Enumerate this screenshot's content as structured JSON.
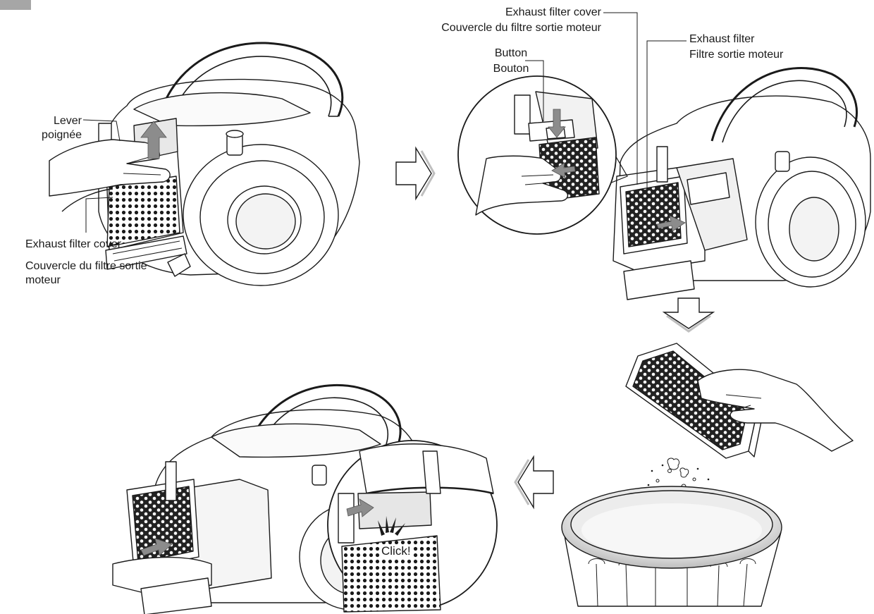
{
  "labels": {
    "lever_en": "Lever",
    "lever_fr": "poignée",
    "exhaust_cover_left_en": "Exhaust filter cover",
    "exhaust_cover_left_fr": "Couvercle du filtre sortie",
    "exhaust_cover_left_fr2": "moteur",
    "exhaust_cover_top_en": "Exhaust filter cover",
    "exhaust_cover_top_fr": "Couvercle du filtre sortie moteur",
    "button_en": "Button",
    "button_fr": "Bouton",
    "exhaust_filter_en": "Exhaust filter",
    "exhaust_filter_fr": "Filtre sortie moteur",
    "click": "Click!"
  },
  "colors": {
    "line": "#1a1a1a",
    "action_arrow": "#8c8c8c",
    "step_arrow_shade": "#bfbfbf",
    "corner_tab": "#a6a6a6"
  }
}
